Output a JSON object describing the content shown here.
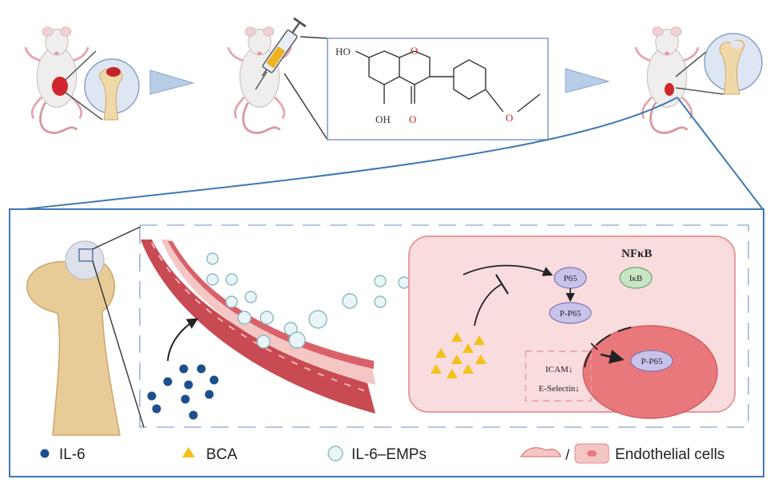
{
  "molecule": {
    "ho_top": "HO",
    "ring_o": "O",
    "oh_bottom": "OH",
    "carbonyl_o": "O",
    "methoxy_o": "O"
  },
  "cell": {
    "pathway_title": "NFκB",
    "p65": "P65",
    "ikb": "IκB",
    "pp65": "P-P65",
    "pp65_nucleus": "P-P65",
    "icam": "ICAM↓",
    "eselectin": "E-Selectin↓"
  },
  "legend": {
    "il6": "IL-6",
    "bca": "BCA",
    "emps": "IL-6–EMPs",
    "slash": "/",
    "endothelial": "Endothelial cells"
  },
  "colors": {
    "il6": "#1d4f8c",
    "bca": "#f2c21b",
    "emp_fill": "#e9f5f7",
    "emp_stroke": "#8fb8c2",
    "vessel_wall": "#c84a52",
    "vessel_lumen": "#f4c7c5",
    "cell_fill": "#f9dcdd",
    "cell_stroke": "#e59aa0",
    "nucleus": "#e8787c",
    "protein": "#c9c3ec",
    "ikb": "#c7e6c3",
    "frame": "#3c78b4",
    "arrow_head": "#b8cde6",
    "bone": "#e8cc98",
    "cartilage": "#dfe1ea"
  }
}
